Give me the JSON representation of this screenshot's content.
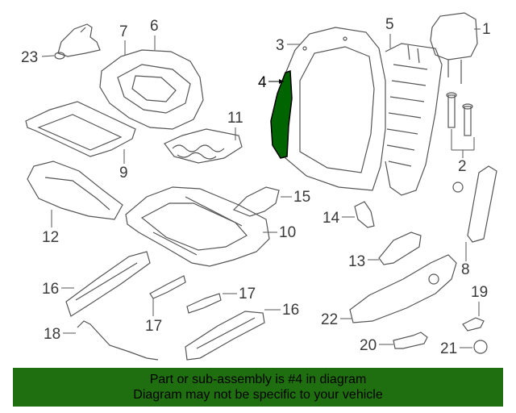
{
  "callouts": {
    "c1": "1",
    "c2": "2",
    "c3": "3",
    "c4": "4",
    "c5": "5",
    "c6": "6",
    "c7": "7",
    "c8": "8",
    "c9": "9",
    "c10": "10",
    "c11": "11",
    "c12": "12",
    "c13": "13",
    "c14": "14",
    "c15": "15",
    "c16a": "16",
    "c16b": "16",
    "c17a": "17",
    "c17b": "17",
    "c18": "18",
    "c19": "19",
    "c20": "20",
    "c21": "21",
    "c22": "22",
    "c23": "23"
  },
  "highlight": {
    "part_number": "4",
    "color": "#006400"
  },
  "banner": {
    "line1": "Part or sub-assembly is #4 in diagram",
    "line2": "Diagram may not be specific to your vehicle",
    "color": "#1f6e0f"
  }
}
